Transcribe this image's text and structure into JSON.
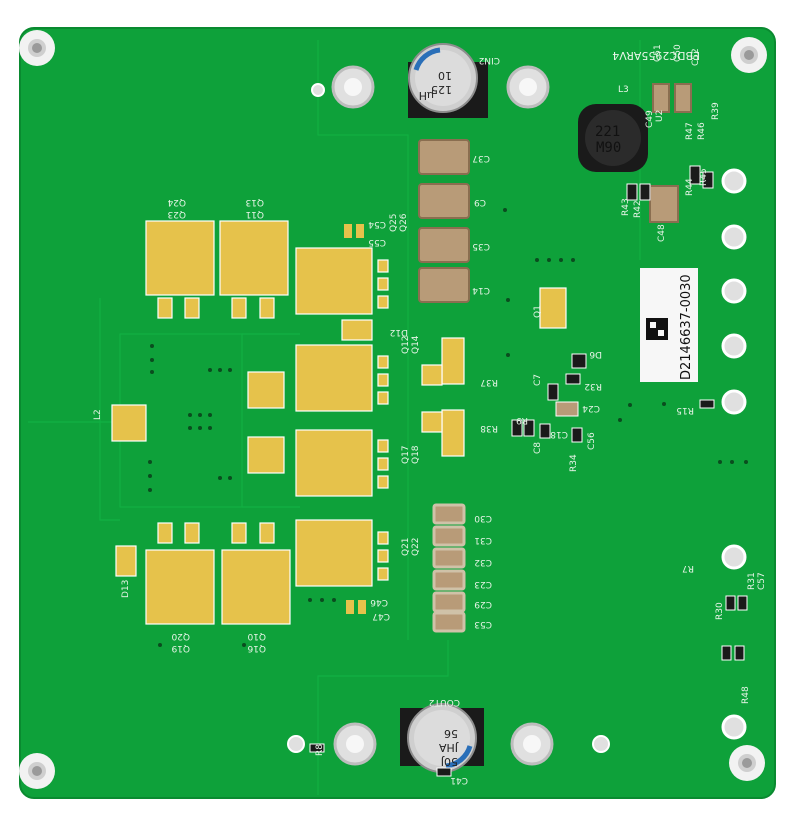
{
  "board": {
    "top_code": "EBDC2955ARV4",
    "label_code": "D2146637-0030",
    "inductor_marking_1": "221",
    "inductor_marking_2": "M90",
    "cin2_cap_text_1": "10",
    "cin2_cap_text_2": "125",
    "cin2_cap_text_3": "µH",
    "cout2_cap_text_1": "56",
    "cout2_cap_text_2": "JHA",
    "cout2_cap_text_3": "50J"
  },
  "refdes": {
    "cin2": "CIN2",
    "cout2": "COUT2",
    "l3": "L3",
    "l2": "L2",
    "c51": "C51",
    "c50": "C50",
    "c52": "C52",
    "c49": "C49",
    "u2": "U2",
    "r39": "R39",
    "r47": "R47",
    "r46": "R46",
    "r43": "R43",
    "r42": "R42",
    "r44": "R44",
    "r45": "R45",
    "c48": "C48",
    "c37": "C37",
    "c9": "C9",
    "c35": "C35",
    "c14": "C14",
    "q24": "Q24",
    "q23": "Q23",
    "q13": "Q13",
    "q11": "Q11",
    "c54": "C54",
    "c55": "C55",
    "q25": "Q25",
    "q26": "Q26",
    "d12": "D12",
    "q12": "Q12",
    "q14": "Q14",
    "q17": "Q17",
    "q18": "Q18",
    "q21": "Q21",
    "q22": "Q22",
    "c46": "C46",
    "c47": "C47",
    "q19": "Q19",
    "q20": "Q20",
    "q10": "Q10",
    "q16": "Q16",
    "d13": "D13",
    "r37": "R37",
    "r38": "R38",
    "q1": "Q1",
    "d6": "D6",
    "r32": "R32",
    "c7": "C7",
    "r9": "R9",
    "c8": "C8",
    "c24": "C24",
    "c18": "C18",
    "c56": "C56",
    "r34": "R34",
    "r15": "R15",
    "c30": "C30",
    "c31": "C31",
    "c32": "C32",
    "c23": "C23",
    "c29": "C29",
    "c53": "C53",
    "r7": "R7",
    "r31": "R31",
    "c57": "C57",
    "r30": "R30",
    "r48": "R48",
    "r8": "R8",
    "c41": "C41"
  }
}
